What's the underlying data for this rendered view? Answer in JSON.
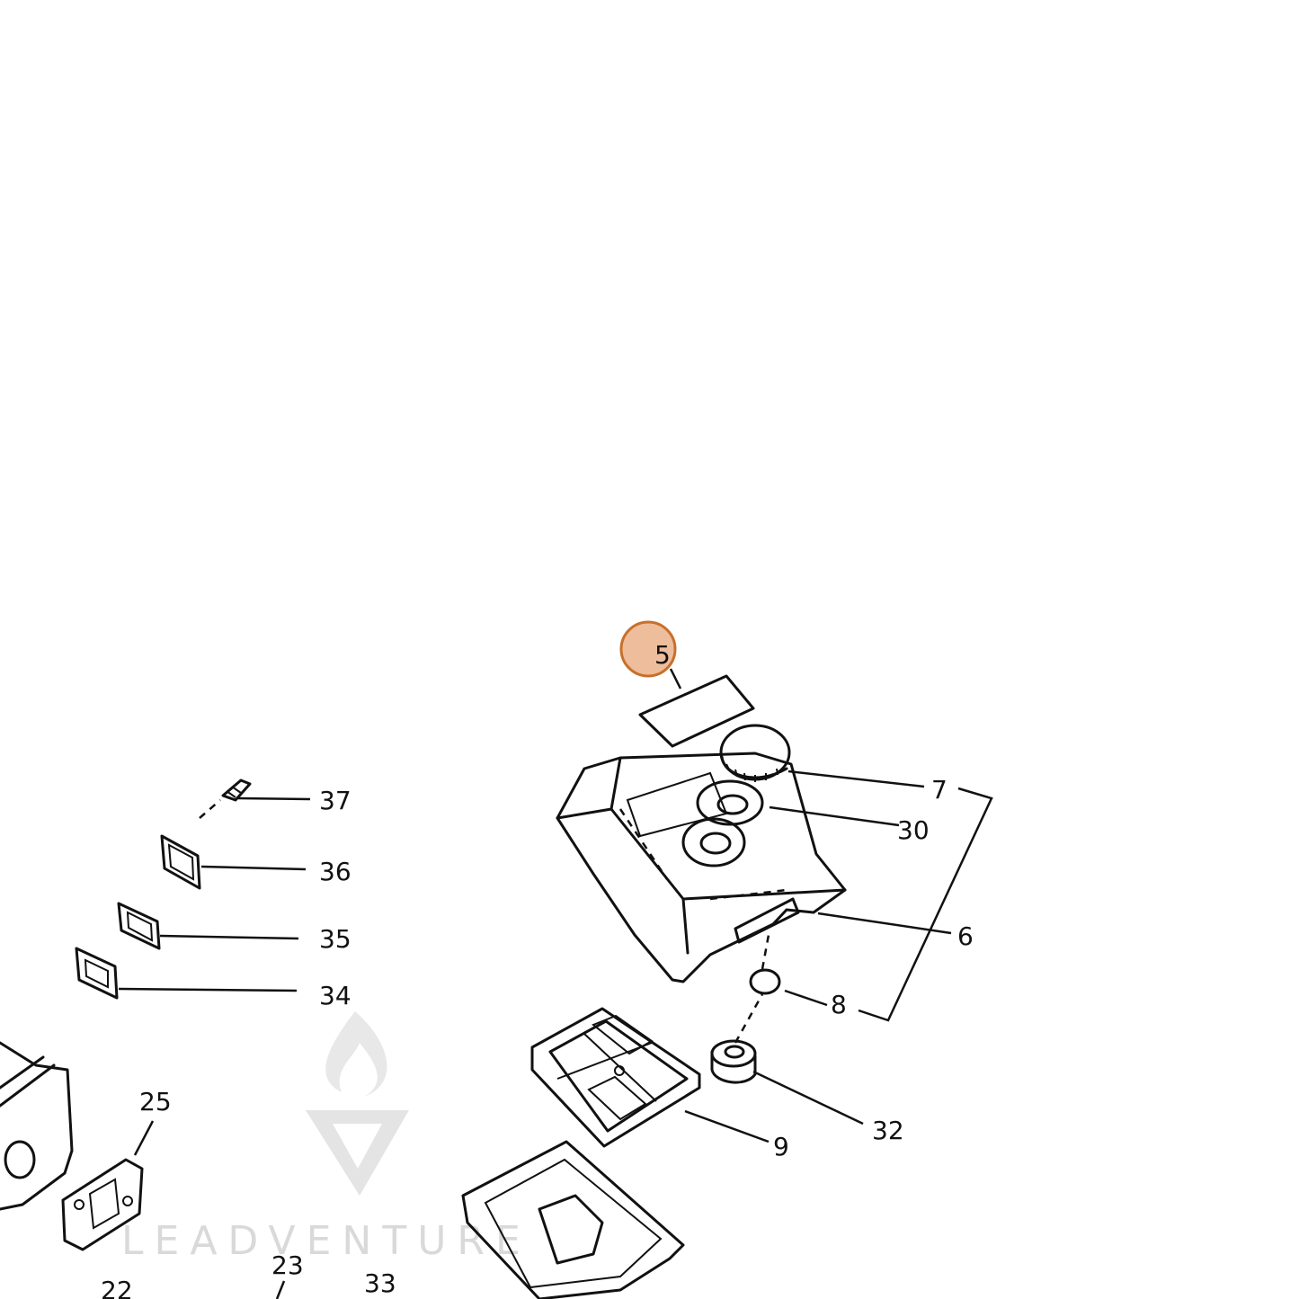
{
  "watermark": {
    "text": "LEADVENTURE"
  },
  "highlight": {
    "callout": "5",
    "color": "#e8a77a"
  },
  "callouts": {
    "c5": "5",
    "c7": "7",
    "c30": "30",
    "c6": "6",
    "c8": "8",
    "c32": "32",
    "c9": "9",
    "c37": "37",
    "c36": "36",
    "c35": "35",
    "c34": "34",
    "c25": "25",
    "c23": "23",
    "c22": "22",
    "c33": "33"
  }
}
